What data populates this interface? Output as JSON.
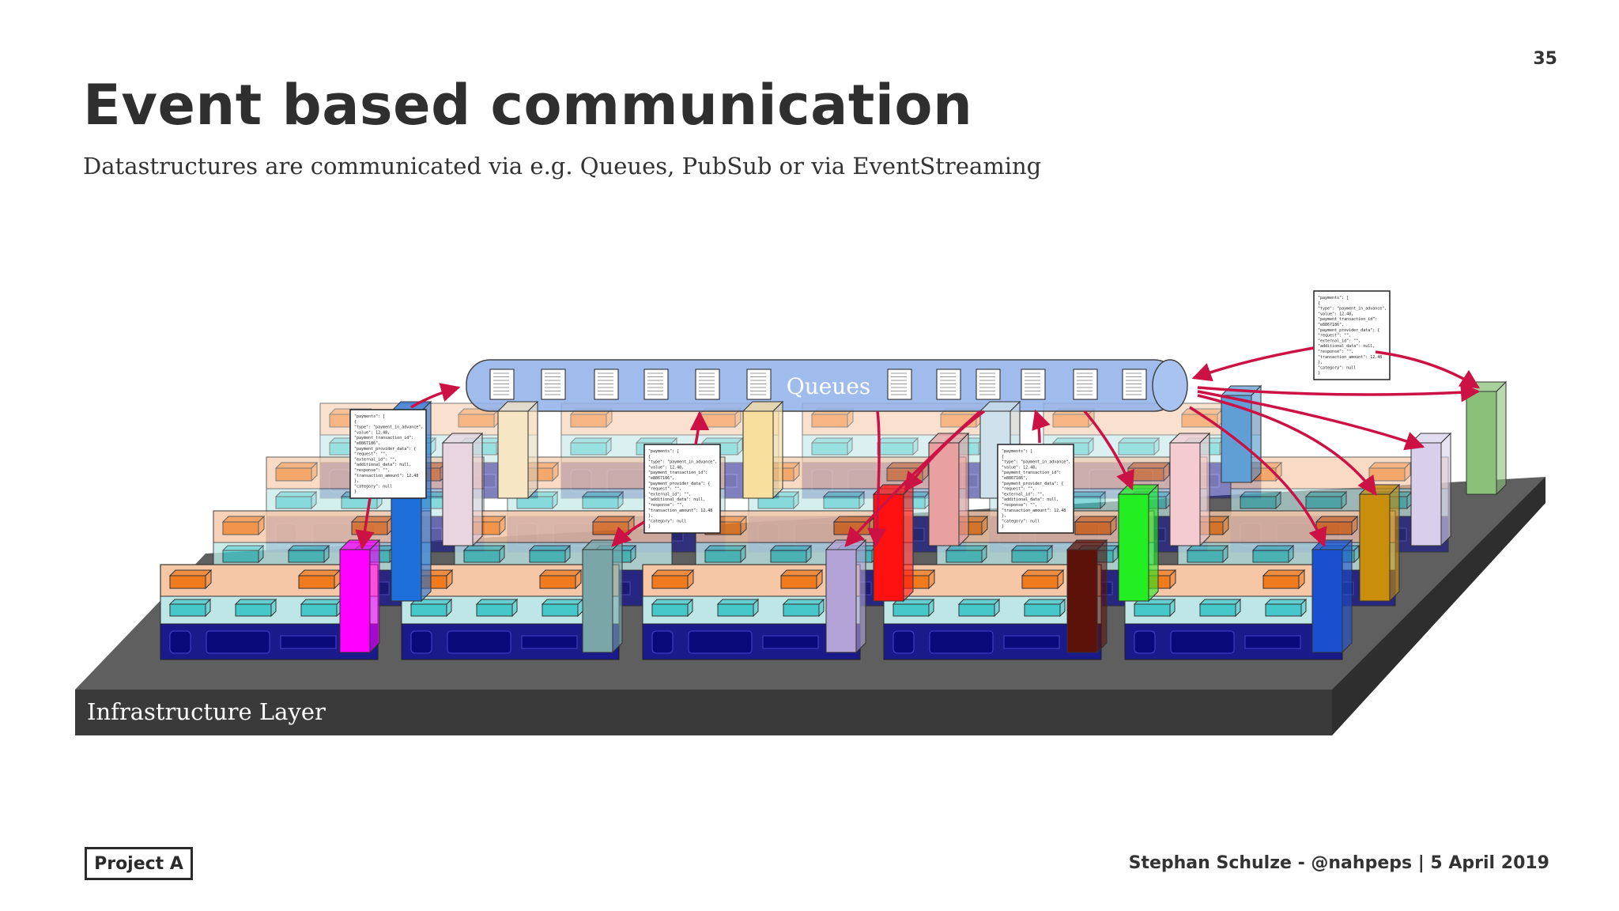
{
  "slide": {
    "page_number": "35",
    "title": "Event based communication",
    "subtitle": "Datastructures are communicated via e.g. Queues, PubSub or via EventStreaming"
  },
  "diagram": {
    "queue_label": "Queues",
    "platform_label": "Infrastructure Layer",
    "payload_lines": [
      "\"payments\": [",
      "{",
      "\"type\": \"payment_in_advance\",",
      "\"value\": 12.48,",
      "\"payment_transaction_id\":",
      "\"e8867186\",",
      "\"payment_provider_data\": {",
      "\"request\": \"\",",
      "\"external_id\": \"\",",
      "\"additional_data\": null,",
      "\"response\": \"\",",
      "\"transaction_amount\": 12.48",
      "},",
      "\"category\": null",
      "}"
    ],
    "colors": {
      "platform_top": "#5f5f5f",
      "platform_front": "#3a3a3a",
      "queue": "#8fb0ea",
      "arrow": "#cc1245",
      "server_orange": "#f07a1e",
      "server_teal": "#46c7c9",
      "server_navy": "#1a1a8a"
    }
  },
  "footer": {
    "logo": "Project A",
    "credit": "Stephan Schulze - @nahpeps | 5 April 2019"
  }
}
